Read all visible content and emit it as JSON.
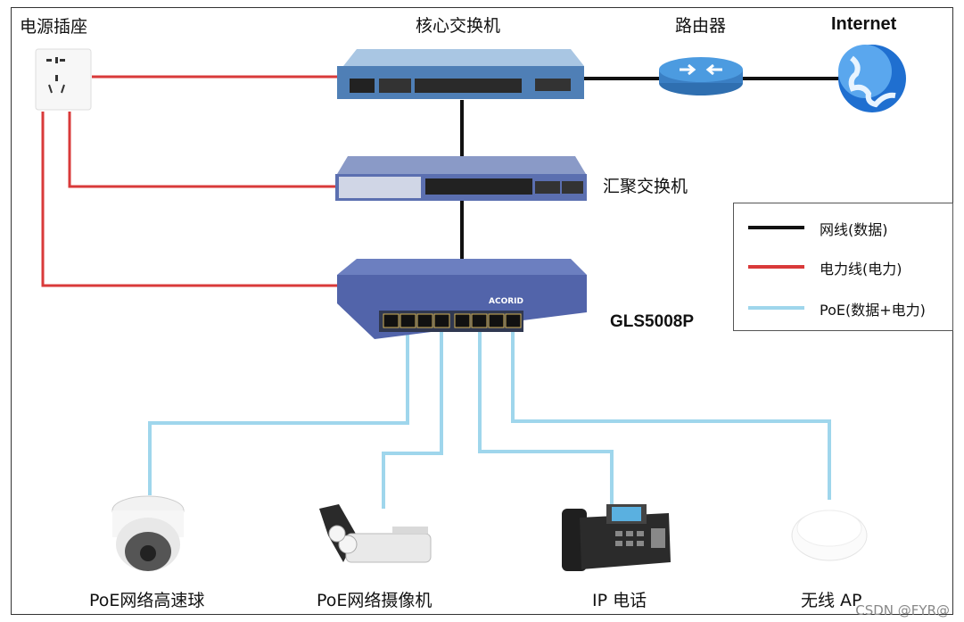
{
  "labels": {
    "power_socket": "电源插座",
    "core_switch": "核心交换机",
    "router": "路由器",
    "internet": "Internet",
    "aggregation_switch": "汇聚交换机",
    "poe_switch_model": "GLS5008P",
    "poe_speed_dome": "PoE网络高速球",
    "poe_camera": "PoE网络摄像机",
    "ip_phone": "IP 电话",
    "wireless_ap": "无线 AP",
    "switch_brand": "ACORID"
  },
  "legend": {
    "items": [
      {
        "label": "网线(数据)",
        "color": "#111111"
      },
      {
        "label": "电力线(电力)",
        "color": "#d93a3a"
      },
      {
        "label": "PoE(数据+电力)",
        "color": "#9fd6ec"
      }
    ]
  },
  "watermark": "CSDN @FYR@",
  "colors": {
    "data": "#111111",
    "power": "#d93a3a",
    "poe": "#9fd6ec",
    "switch_body": "#5b6fb0"
  }
}
